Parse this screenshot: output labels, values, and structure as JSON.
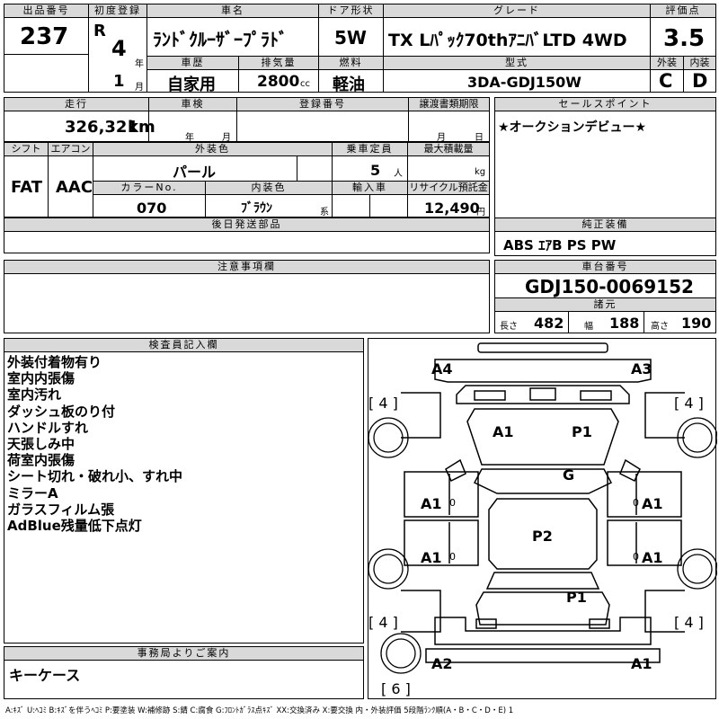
{
  "header": {
    "lot_label": "出品番号",
    "lot": "237",
    "first_reg_label": "初度登録",
    "era": "R",
    "reg_year": "4",
    "year_unit": "年",
    "reg_month": "1",
    "month_unit": "月",
    "model_label": "車名",
    "model": "ﾗﾝﾄﾞｸﾙｰｻﾞｰﾌﾟﾗﾄﾞ",
    "door_label": "ドア形状",
    "door": "5W",
    "grade_label": "グレード",
    "grade": "TX Lﾊﾟｯｸ70thｱﾆﾊﾞLTD 4WD",
    "score_label": "評価点",
    "score": "3.5",
    "history_label": "車歴",
    "history": "自家用",
    "disp_label": "排気量",
    "disp": "2800",
    "disp_unit": "cc",
    "fuel_label": "燃料",
    "fuel": "軽油",
    "chassis_label": "型式",
    "chassis": "3DA-GDJ150W",
    "ext_label": "外装",
    "ext": "C",
    "int_label": "内装",
    "int": "D"
  },
  "row2": {
    "mileage_label": "走行",
    "mileage": "326,321",
    "mileage_unit": "km",
    "inspect_label": "車検",
    "inspect_y": "年",
    "inspect_m": "月",
    "plate_label": "登録番号",
    "transfer_label": "譲渡書類期限",
    "transfer_m": "月",
    "transfer_d": "日",
    "sales_label": "セールスポイント",
    "sales": "★オークションデビュー★"
  },
  "row3": {
    "shift_label": "シフト",
    "shift": "FAT",
    "ac_label": "エアコン",
    "ac": "AAC",
    "color_label": "外装色",
    "color": "パール",
    "cap_label": "乗車定員",
    "cap": "5",
    "cap_unit": "人",
    "load_label": "最大積載量",
    "load_unit": "kg",
    "colorno_label": "カラーNo.",
    "colorno": "070",
    "intcolor_label": "内装色",
    "intcolor": "ﾌﾞﾗｳﾝ",
    "intcolor_unit": "系",
    "import_label": "輸入車",
    "recycle_label": "リサイクル預託金",
    "recycle": "12,490",
    "recycle_unit": "円"
  },
  "later_label": "後日発送部品",
  "equip_label": "純正装備",
  "equip": "ABS ｴｱB PS PW",
  "caution_label": "注意事項欄",
  "vin_label": "車台番号",
  "vin": "GDJ150-0069152",
  "spec_label": "諸元",
  "len_label": "長さ",
  "len": "482",
  "wid_label": "幅",
  "wid": "188",
  "hgt_label": "高さ",
  "hgt": "190",
  "inspector_label": "検査員記入欄",
  "inspector_notes": [
    "外装付着物有り",
    "室内内張傷",
    "室内汚れ",
    "ダッシュ板のり付",
    "ハンドルすれ",
    "天張しみ中",
    "荷室内張傷",
    "シート切れ・破れ小、すれ中",
    "ミラーA",
    "ガラスフィルム張",
    "AdBlue残量低下点灯"
  ],
  "office_label": "事務局よりご案内",
  "office_note": "キーケース",
  "legend": "A:ｷｽﾞ U:ﾍｺﾐ B:ｷｽﾞを伴うﾍｺﾐ P:要塗装 W:補修跡 S:錆 C:腐食 G:ﾌﾛﾝﾄｶﾞﾗｽ点ｷｽﾞ XX:交換済み X:要交換 内・外装評価 5段階ﾗﾝｸ順(A・B・C・D・E) 1",
  "diagram": {
    "a4": "A4",
    "a3": "A3",
    "tl": "[ 4 ]",
    "tr": "[ 4 ]",
    "bl": "[ 4 ]",
    "br": "[ 4 ]",
    "spare": "[ 6 ]",
    "hood_a1": "A1",
    "hood_p1": "P1",
    "glass": "G",
    "lf": "A1",
    "rf": "A1",
    "lr": "A1",
    "rr": "A1",
    "roof": "P2",
    "rear": "P1",
    "a2": "A2",
    "a1b": "A1",
    "zero1": "0",
    "zero2": "0",
    "zero3": "0",
    "zero4": "0"
  }
}
